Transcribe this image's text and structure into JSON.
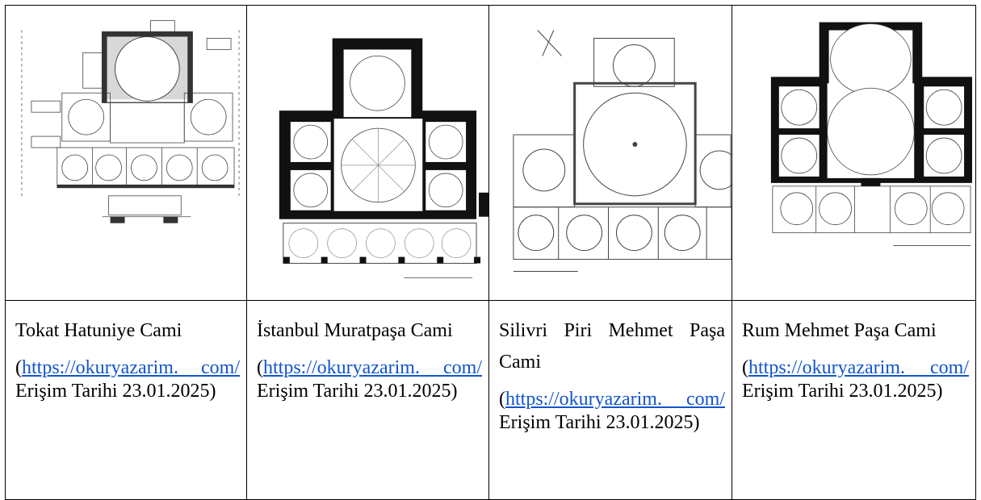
{
  "cells": [
    {
      "name": "Tokat Hatuniye Cami",
      "link_a": "https://okuryazarim.",
      "link_b": "com/",
      "access": "Erişim Tarihi",
      "date": "23.01.2025"
    },
    {
      "name": "İstanbul Muratpaşa Cami",
      "link_a": "https://okuryazarim.",
      "link_b": "com/",
      "access": "Erişim Tarihi",
      "date": "23.01.2025"
    },
    {
      "name": "Silivri Piri Mehmet Paşa Cami",
      "link_a": "https://okuryazarim.",
      "link_b": "com/",
      "access": "Erişim Tarihi",
      "date": "23.01.2025"
    },
    {
      "name": "Rum Mehmet Paşa Cami",
      "link_a": "https://okuryazarim.",
      "link_b": "com/",
      "access": "Erişim Tarihi",
      "date": "23.01.2025"
    }
  ]
}
